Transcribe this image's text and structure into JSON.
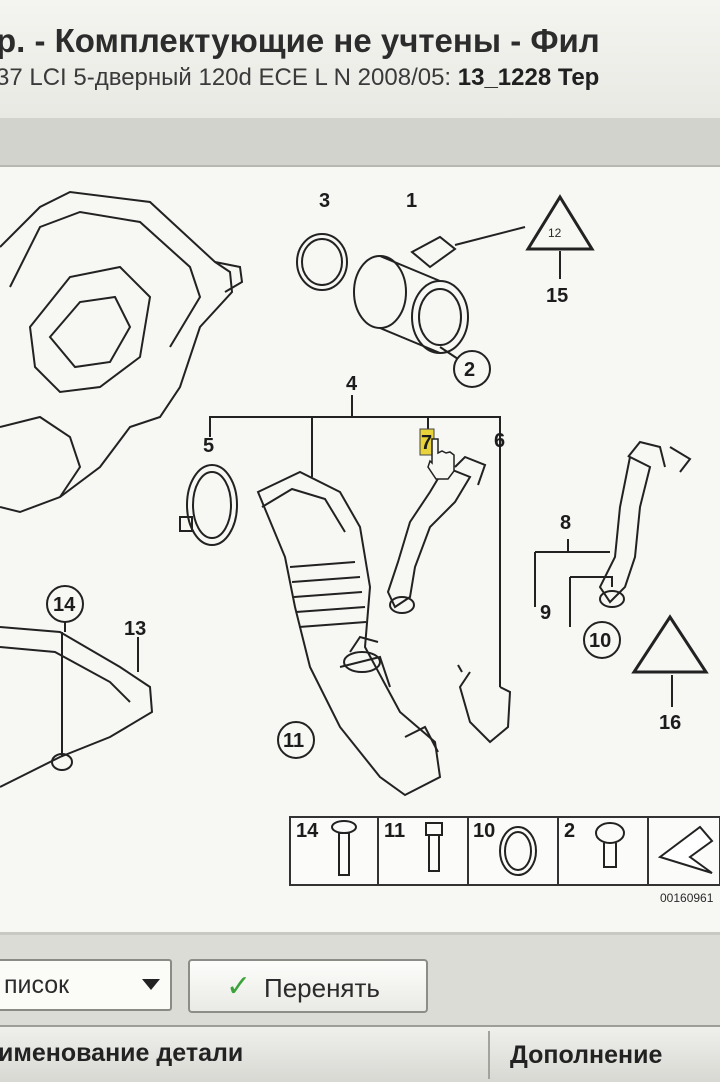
{
  "window": {
    "title": "р. - Комплектующие не учтены - Фил",
    "subtitle_model": "37 LCI 5-дверный 120d ECE L N 2008/05: ",
    "subtitle_group": "13_1228 Тер"
  },
  "diagram": {
    "callouts": [
      "1",
      "2",
      "3",
      "4",
      "5",
      "6",
      "7",
      "8",
      "9",
      "10",
      "11",
      "12",
      "13",
      "14",
      "15",
      "16"
    ],
    "image_code": "00160961"
  },
  "fasteners": [
    {
      "number": "14"
    },
    {
      "number": "11"
    },
    {
      "number": "10"
    },
    {
      "number": "2"
    }
  ],
  "toolbar": {
    "list_select": "писок",
    "apply_label": "Перенять"
  },
  "table_header": {
    "col_name": "именование детали",
    "col_extra": "Дополнение"
  },
  "colors": {
    "background": "#f7f7f4",
    "accent_check": "#3ca33a",
    "highlight": "#e8d43a"
  }
}
